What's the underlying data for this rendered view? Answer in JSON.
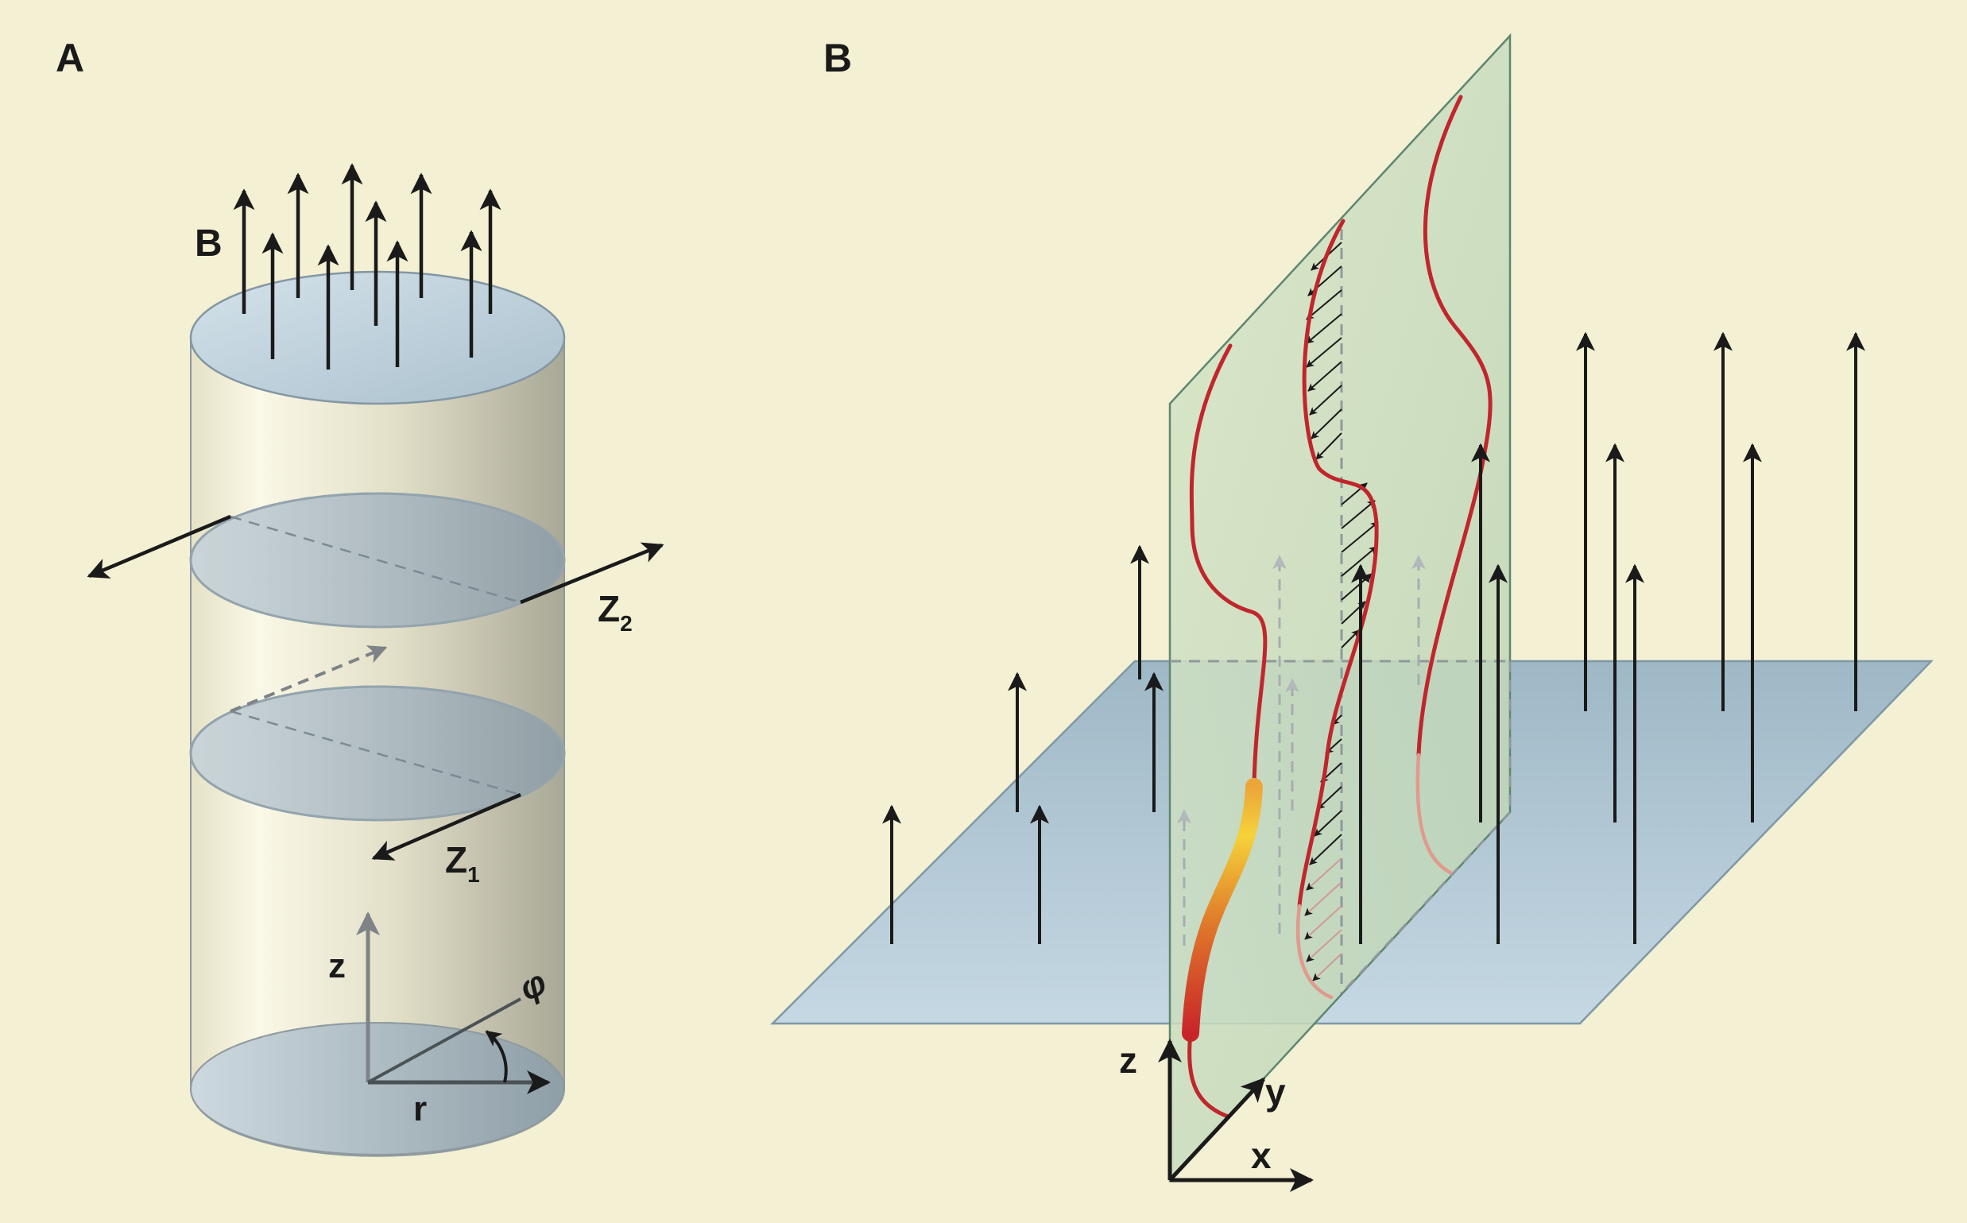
{
  "panels": {
    "A": {
      "label": "A",
      "field_label": "B",
      "section_labels": {
        "upper": "Z",
        "upper_sub": "2",
        "lower": "Z",
        "lower_sub": "1"
      },
      "axes": {
        "z": "z",
        "r": "r",
        "phi": "φ"
      }
    },
    "B": {
      "label": "B",
      "axes": {
        "z": "z",
        "y": "y",
        "x": "x"
      }
    }
  },
  "colors": {
    "background": "#f3f0d3",
    "plane_blue": "#a9c1cf",
    "plane_green": "#cfe0c2",
    "field_line_red": "#c0262c",
    "arrow": "#1a1a1a",
    "dashed_gray": "#9aa0a2"
  }
}
